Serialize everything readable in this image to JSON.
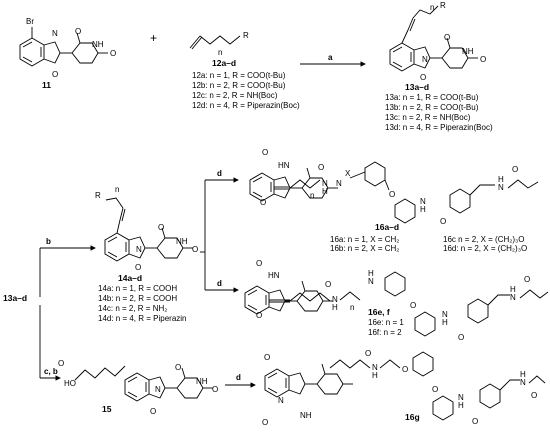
{
  "reaction1": {
    "start_compound": "11",
    "start_atom_br": "Br",
    "plus": "+",
    "alkyne_compound": "12a–d",
    "alkyne_n": "n",
    "alkyne_r": "R",
    "reagent_list": [
      "12a: n = 1, R = COO(t-Bu)",
      "12b: n = 2, R = COO(t-Bu)",
      "12c: n = 2, R = NH(Boc)",
      "12d: n = 4, R = Piperazin(Boc)"
    ],
    "step_label": "a",
    "product_compound": "13a–d",
    "product_n": "n",
    "product_r": "R",
    "product_list": [
      "13a: n = 1, R = COO(t-Bu)",
      "13b: n = 2, R = COO(t-Bu)",
      "13c: n = 2, R = NH(Boc)",
      "13d: n = 4, R = Piperazin(Boc)"
    ]
  },
  "reaction2": {
    "start_compound": "13a–d",
    "step_b": "b",
    "step_cb": "c, b",
    "step_d1": "d",
    "step_d2": "d",
    "step_d3": "d",
    "acid_compound": "14a–d",
    "acid_r": "R",
    "acid_n": "n",
    "acid_list": [
      "14a: n = 1, R = COOH",
      "14b: n = 2, R = COOH",
      "14c: n = 2, R = NH₂",
      "14d: n = 4, R = Piperazin"
    ],
    "p16ad_compound": "16a–d",
    "p16ad_x": "X",
    "p16ad_n": "n",
    "p16ad_list": [
      "16a: n = 1, X = CH₂",
      "16b: n = 2, X = CH₂",
      "16c  n = 2, X = (CH₂)₃O",
      "16d: n = 2, X = (CH₂)₃O"
    ],
    "p16ef_compound": "16e, f",
    "p16ef_n": "n",
    "p16ef_list": [
      "16e: n = 1",
      "16f:  n = 2"
    ],
    "hexanoic_compound": "15",
    "hexanoic_atom_ho": "HO",
    "p16g_compound": "16g"
  },
  "atoms": {
    "O": "O",
    "N": "N",
    "H": "H",
    "NH": "NH",
    "HN": "HN"
  }
}
